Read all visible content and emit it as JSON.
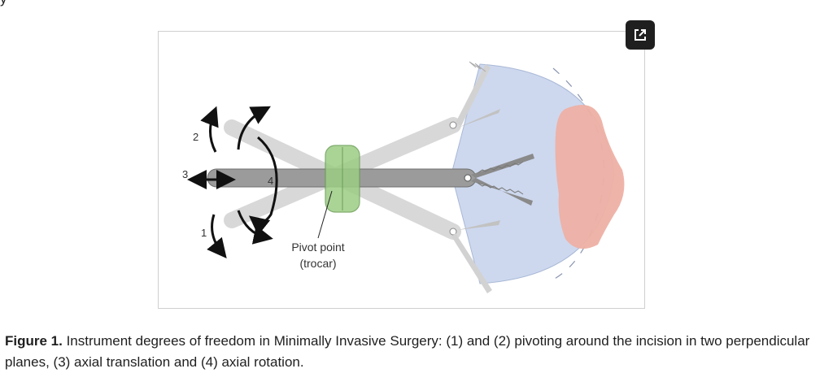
{
  "top_fragment": "y",
  "figure": {
    "labels": {
      "n1": "1",
      "n2": "2",
      "n3": "3",
      "n4": "4",
      "pivot_line1": "Pivot point",
      "pivot_line2": "(trocar)"
    },
    "colors": {
      "cone": "#cdd8ee",
      "tissue": "#eeb0a4",
      "trocar": "#9ccd84",
      "shaft_main": "#9b9b9b",
      "shaft_ghost": "#d8d8d8",
      "arrow": "#111111"
    },
    "expand_icon": "external-link-icon"
  },
  "caption": {
    "label": "Figure 1.",
    "text": " Instrument degrees of freedom in Minimally Invasive Surgery: (1) and (2) pivoting around the incision in two perpendicular planes, (3) axial translation and (4) axial rotation."
  }
}
